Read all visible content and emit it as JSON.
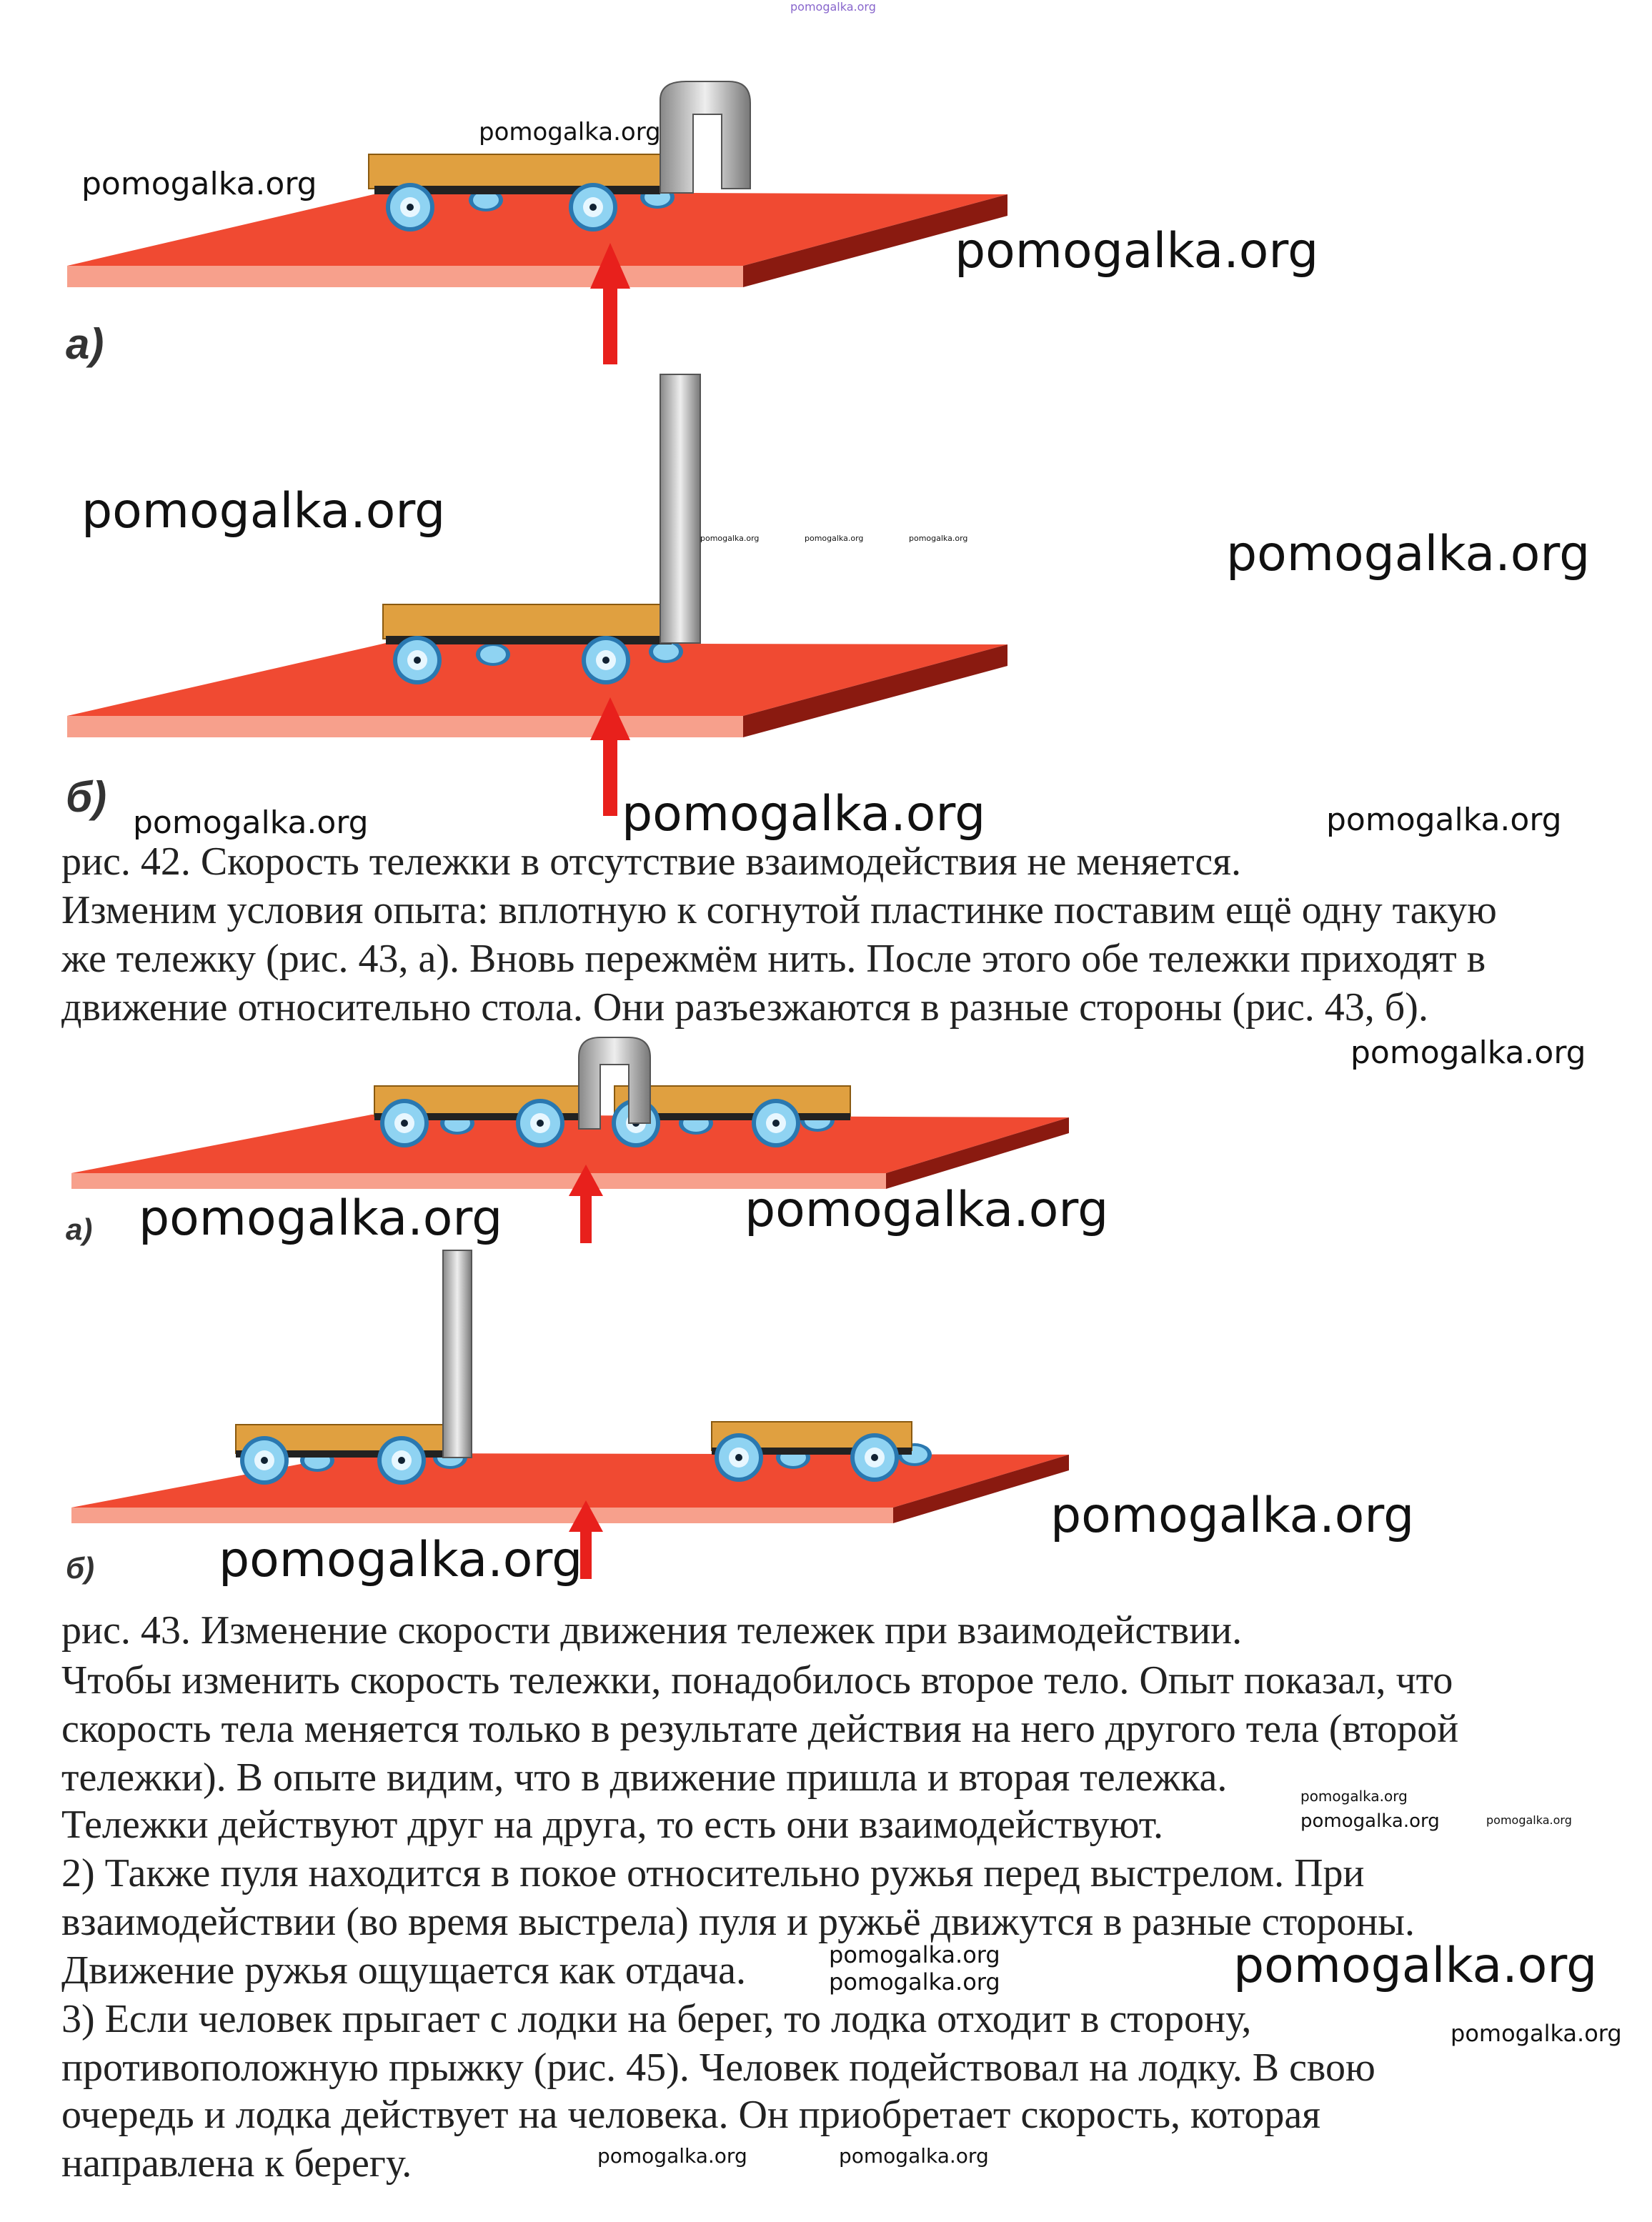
{
  "figure42": {
    "label_a": "а)",
    "label_b": "б)",
    "caption": "рис. 42. Скорость тележки в отсутствие взаимодействия не меняется."
  },
  "paragraph1": [
    "Изменим условия опыта: вплотную к согнутой пластинке поставим ещё одну такую",
    "же тележку (рис. 43, а). Вновь пережмём нить. После этого обе тележки приходят в",
    "движение относительно стола. Они разъезжаются в разные стороны (рис. 43, б)."
  ],
  "figure43": {
    "label_a": "а)",
    "label_b": "б)",
    "caption": "рис. 43. Изменение скорости движения тележек при взаимодействии."
  },
  "paragraph2": [
    "Чтобы изменить скорость тележки, понадобилось второе тело. Опыт показал, что",
    "скорость тела меняется только в результате действия на него другого тела (второй",
    "тележки). В опыте видим, что в движение пришла и вторая тележка.",
    "Тележки действуют друг на друга, то есть они взаимодействуют.",
    "2) Также пуля находится в покое относительно ружья перед выстрелом. При",
    "взаимодействии (во время выстрела) пуля и ружьё движутся в разные стороны.",
    "Движение ружья ощущается как отдача.",
    "3) Если человек прыгает с лодки на берег, то лодка отходит в сторону,",
    "противоположную прыжку (рис. 45). Человек подействовал на лодку. В свою",
    "очередь и лодка действует на человека. Он приобретает скорость, которая",
    "направлена к берегу."
  ],
  "watermark": "pomogalka.org",
  "colors": {
    "board": "#f04a32",
    "cart": "#e0a040",
    "arrow": "#e8201c",
    "wheel": "#7cc6ea"
  }
}
